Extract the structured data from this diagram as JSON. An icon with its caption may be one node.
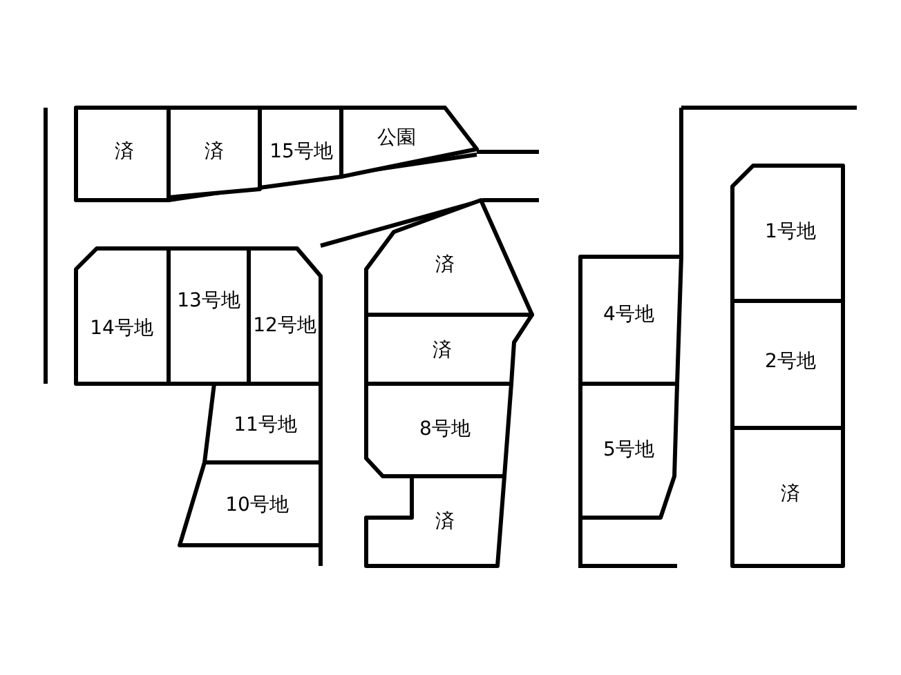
{
  "diagram": {
    "nodes": [
      {
        "text": [
          "済"
        ]
      },
      {
        "text": [
          "済"
        ]
      },
      {
        "text": [
          "15号地"
        ]
      },
      {
        "text": [
          "公園"
        ]
      },
      {
        "text": [
          "14号地"
        ]
      },
      {
        "text": [
          "13号地"
        ]
      },
      {
        "text": [
          "12号地"
        ]
      },
      {
        "text": [
          "11号地"
        ]
      },
      {
        "text": [
          "10号地"
        ]
      },
      {
        "text": [
          "済"
        ]
      },
      {
        "text": [
          "済"
        ]
      },
      {
        "text": [
          "8号地"
        ]
      },
      {
        "text": [
          "済"
        ]
      },
      {
        "text": [
          "4号地"
        ]
      },
      {
        "text": [
          "5号地"
        ]
      },
      {
        "text": [
          "1号地"
        ]
      },
      {
        "text": [
          "2号地"
        ]
      },
      {
        "text": [
          "済"
        ]
      }
    ]
  }
}
